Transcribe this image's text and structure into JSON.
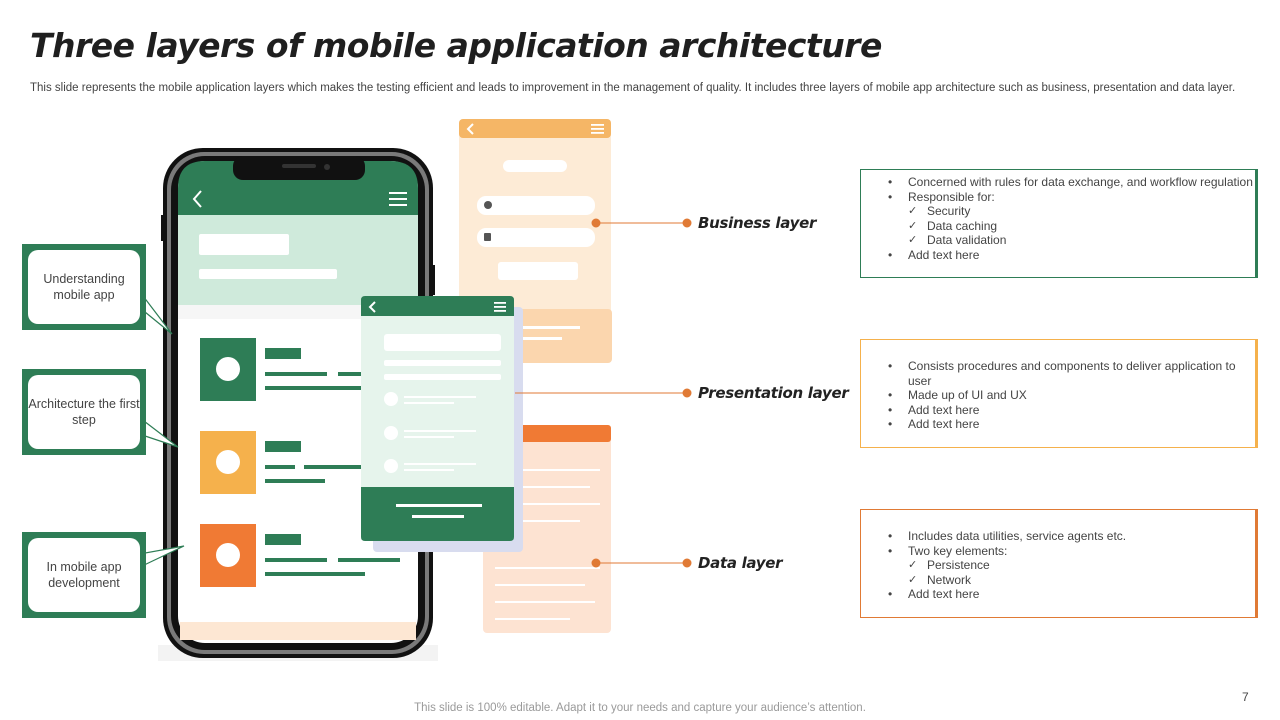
{
  "slide": {
    "title": "Three layers of mobile application architecture",
    "subtitle": "This slide represents the mobile application layers which makes the testing efficient and leads to improvement in the management of quality.  It includes three layers of mobile app architecture such as business, presentation and data layer.",
    "footer": "This slide is 100% editable. Adapt it to your needs and capture your audience’s attention.",
    "page_number": "7"
  },
  "callouts": [
    {
      "text": "Understanding mobile app"
    },
    {
      "text": "Architecture the first step"
    },
    {
      "text": "In mobile app development"
    }
  ],
  "layers": [
    {
      "label": "Business layer",
      "color": "#f0a04b",
      "items": [
        {
          "kind": "bullet",
          "text": "Concerned with rules for data exchange, and workflow regulation"
        },
        {
          "kind": "bullet",
          "text": "Responsible for:"
        },
        {
          "kind": "check",
          "text": "Security"
        },
        {
          "kind": "check",
          "text": "Data caching"
        },
        {
          "kind": "check",
          "text": "Data validation"
        },
        {
          "kind": "bullet",
          "text": "Add text here"
        }
      ]
    },
    {
      "label": "Presentation layer",
      "color": "#e07a35",
      "items": [
        {
          "kind": "bullet",
          "text": "Consists procedures and components to deliver application to user"
        },
        {
          "kind": "bullet",
          "text": "Made up of UI and UX"
        },
        {
          "kind": "bullet",
          "text": "Add text here"
        },
        {
          "kind": "bullet",
          "text": "Add text here"
        }
      ]
    },
    {
      "label": "Data layer",
      "color": "#e07a35",
      "items": [
        {
          "kind": "bullet",
          "text": "Includes data utilities, service agents etc."
        },
        {
          "kind": "bullet",
          "text": "Two key elements:"
        },
        {
          "kind": "check",
          "text": "Persistence"
        },
        {
          "kind": "check",
          "text": "Network"
        },
        {
          "kind": "bullet",
          "text": "Add text here"
        }
      ]
    }
  ],
  "colors": {
    "green": "#2e7d56",
    "light_green": "#cfeadb",
    "orange": "#f07a34",
    "yellow": "#f5b14c",
    "peach": "#fde7d3"
  },
  "icons": [
    "back-arrow-icon",
    "hamburger-menu-icon",
    "user-icon",
    "lock-icon"
  ]
}
